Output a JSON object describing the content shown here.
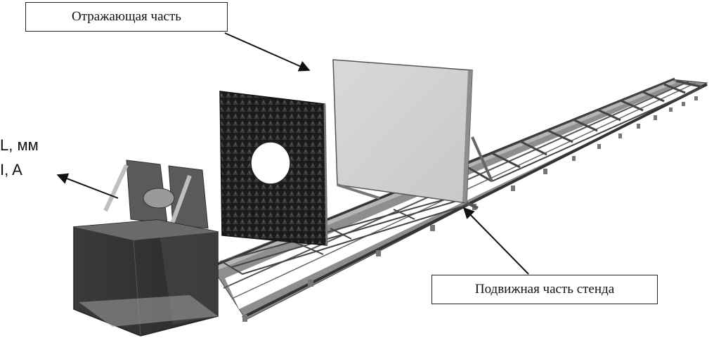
{
  "labels": {
    "reflecting_part": "Отражающая часть",
    "movable_part": "Подвижная часть стенда",
    "length_unit": "L, мм",
    "current_unit": "I, A"
  }
}
